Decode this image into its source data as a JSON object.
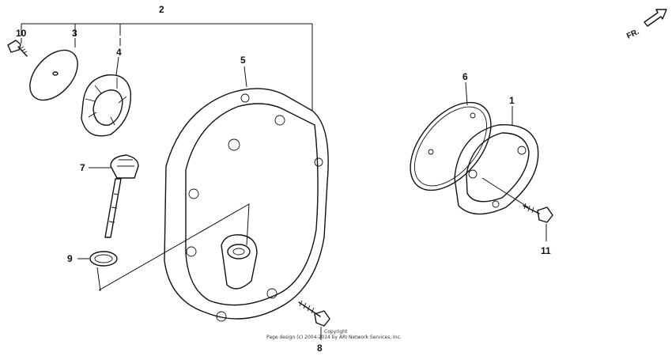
{
  "callouts": {
    "c1": "1",
    "c2": "2",
    "c3": "3",
    "c4": "4",
    "c5": "5",
    "c6": "6",
    "c7": "7",
    "c8": "8",
    "c9": "9",
    "c10": "10",
    "c11": "11"
  },
  "direction_label": "FR.",
  "footer": {
    "line1": "Copyright",
    "line2": "Page design (c) 2004-2014 by ARI Network Services, Inc."
  }
}
